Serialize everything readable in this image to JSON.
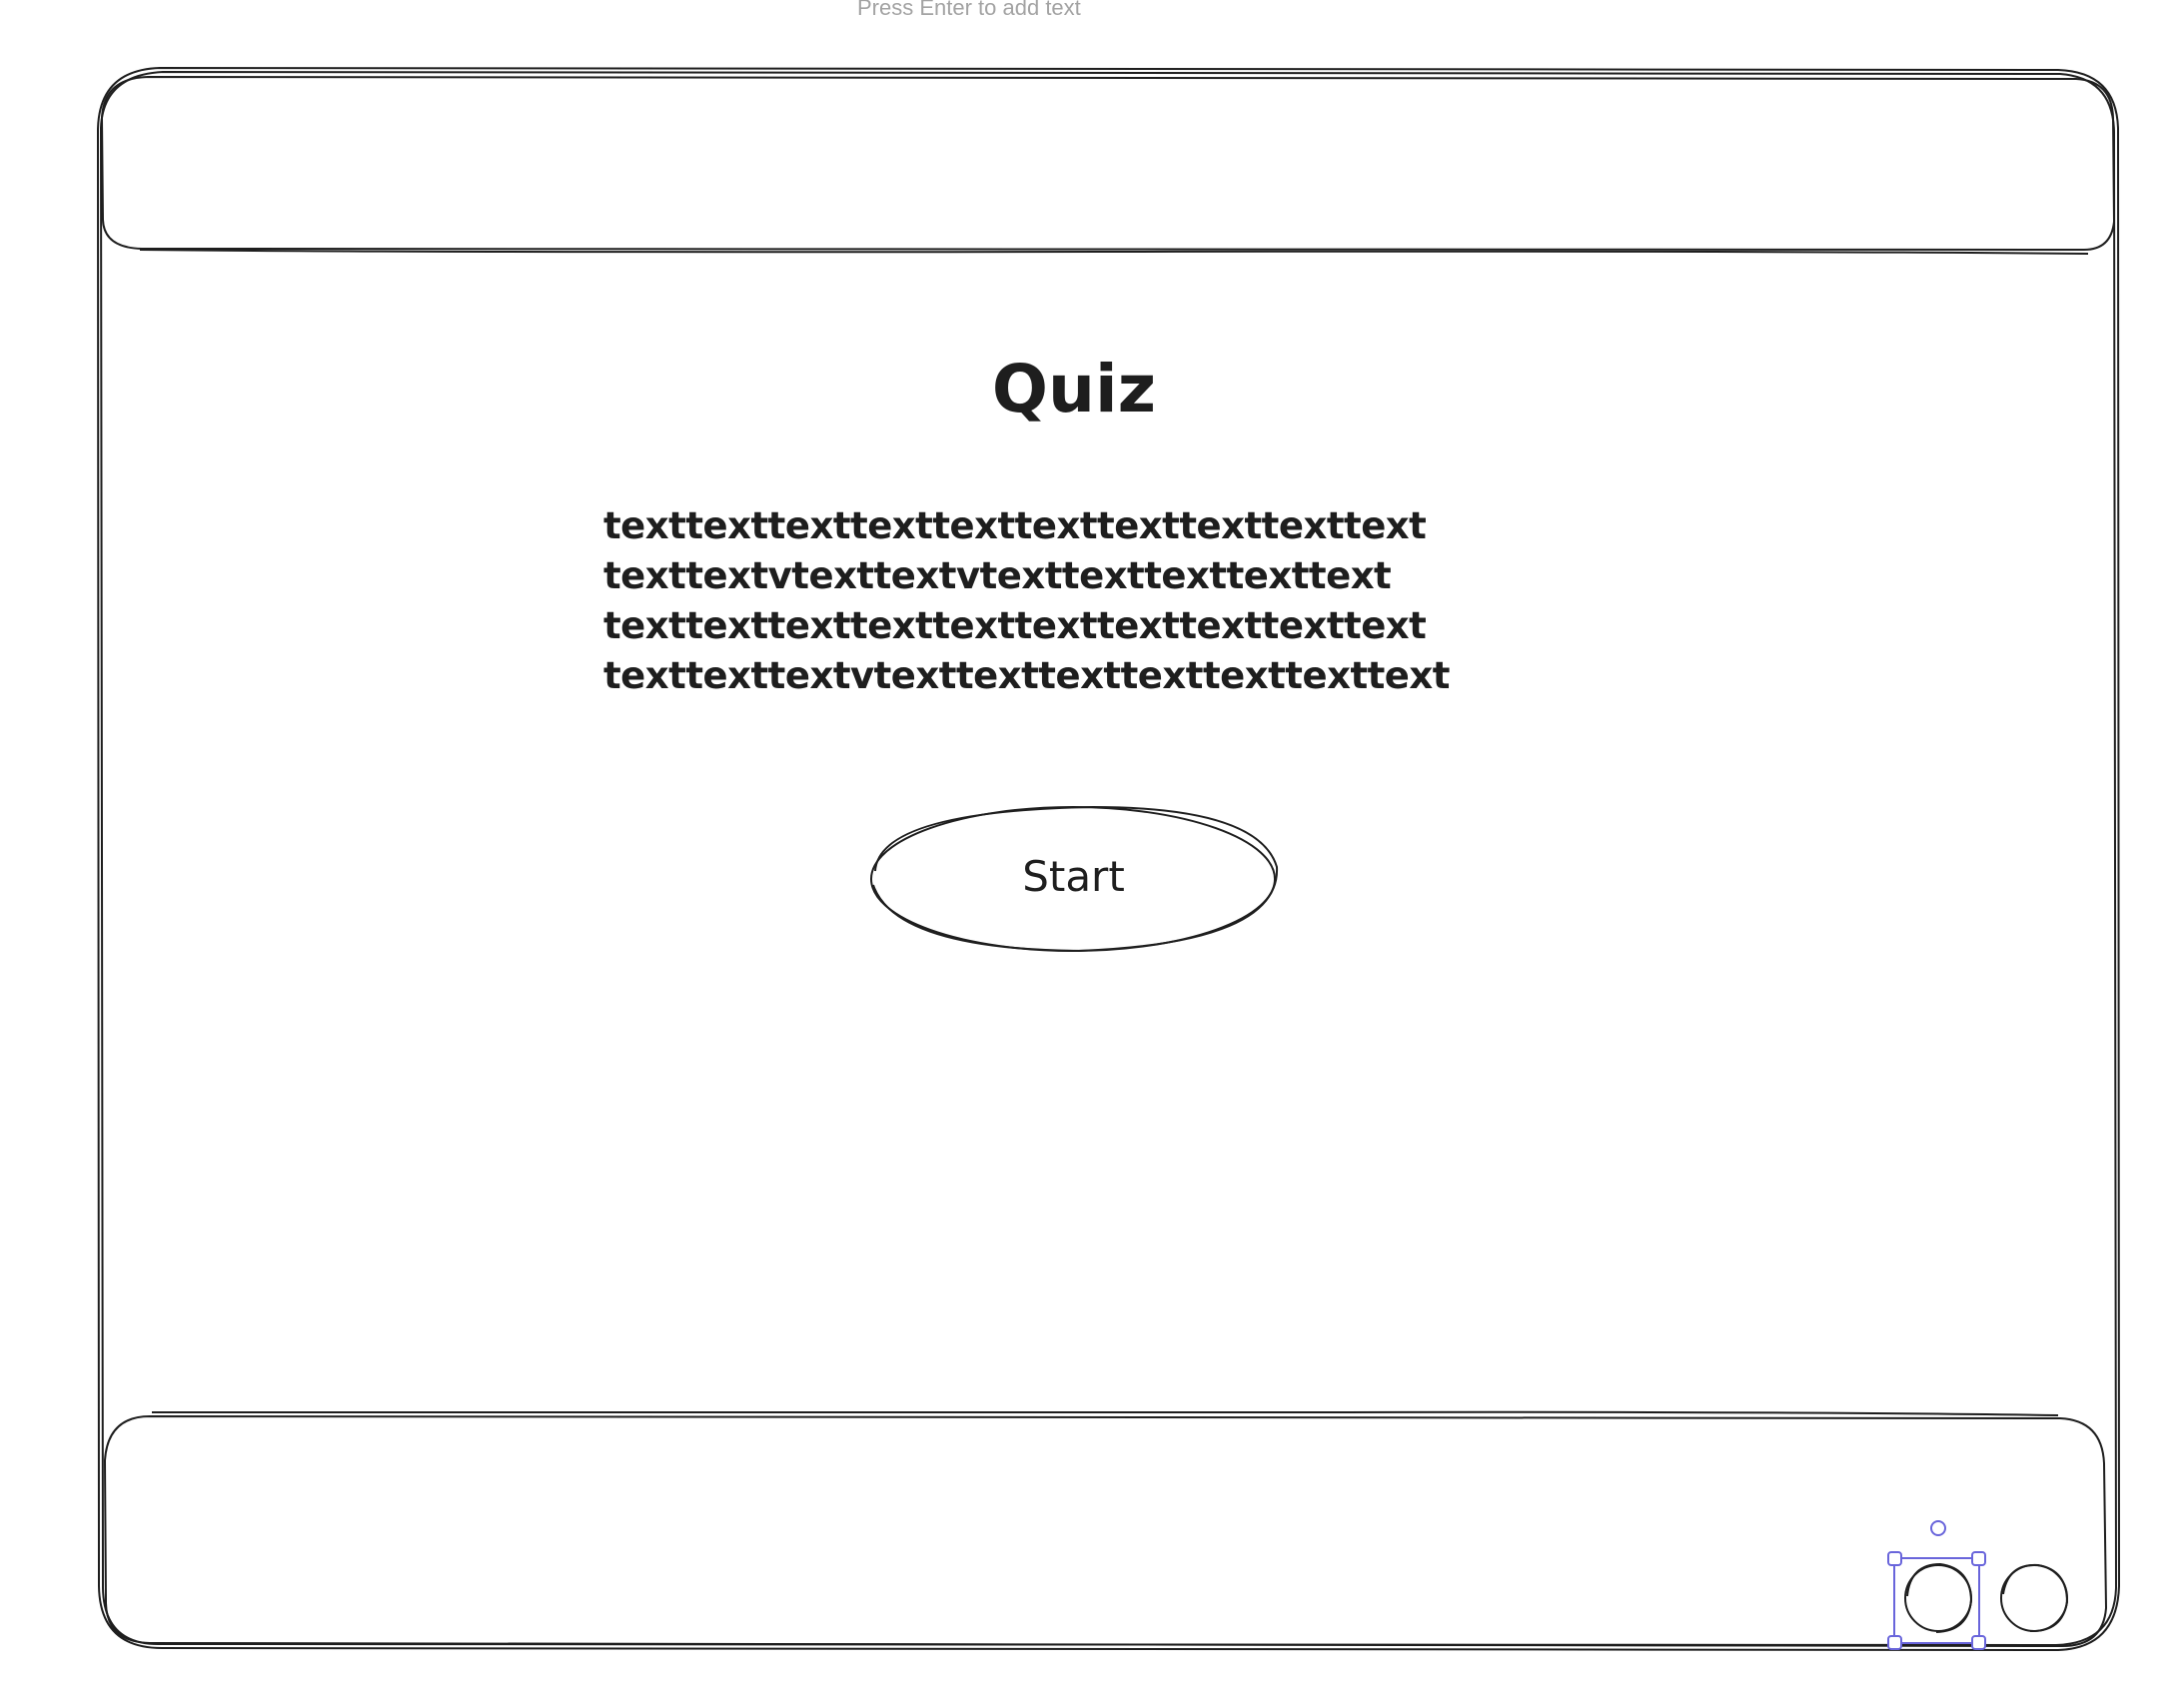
{
  "canvas_hint": "Press Enter to add text",
  "quiz": {
    "title": "Quiz",
    "lines": [
      "texttexttexttexttexttexttexttexttexttext",
      "texttextvtexttextvtexttexttexttexttext",
      "texttexttexttexttexttexttexttexttexttext",
      "texttexttextvtexttexttexttexttexttexttext"
    ],
    "start_label": "Start"
  },
  "colors": {
    "stroke": "#1e1e1e",
    "selection": "#6965db",
    "hint_text": "#a3a3a3",
    "background": "#ffffff"
  },
  "icons": [
    "selection-handles-icon",
    "rotation-handle-icon"
  ]
}
